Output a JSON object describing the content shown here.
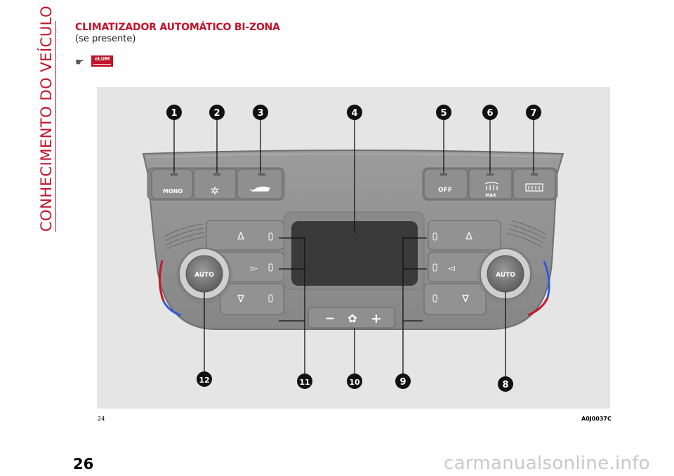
{
  "section_title": "CONHECIMENTO DO VEÍCULO",
  "heading": "CLIMATIZADOR AUTOMÁTICO BI-ZONA",
  "subheading": "(se presente)",
  "elum_badge": "eLUM",
  "figure": {
    "buttons": {
      "mono": "MONO",
      "off": "OFF",
      "max": "MAX",
      "auto_left": "AUTO",
      "auto_right": "AUTO",
      "fan_minus": "−",
      "fan_plus": "+"
    },
    "callouts": [
      "1",
      "2",
      "3",
      "4",
      "5",
      "6",
      "7",
      "8",
      "9",
      "10",
      "11",
      "12"
    ],
    "figure_number": "24",
    "figure_code": "A0J0037C"
  },
  "page_number": "26",
  "watermark": "carmanualsonline.info",
  "colors": {
    "accent": "#c1132a",
    "panel": "#8e8e8e",
    "display": "#3a3a3a"
  }
}
